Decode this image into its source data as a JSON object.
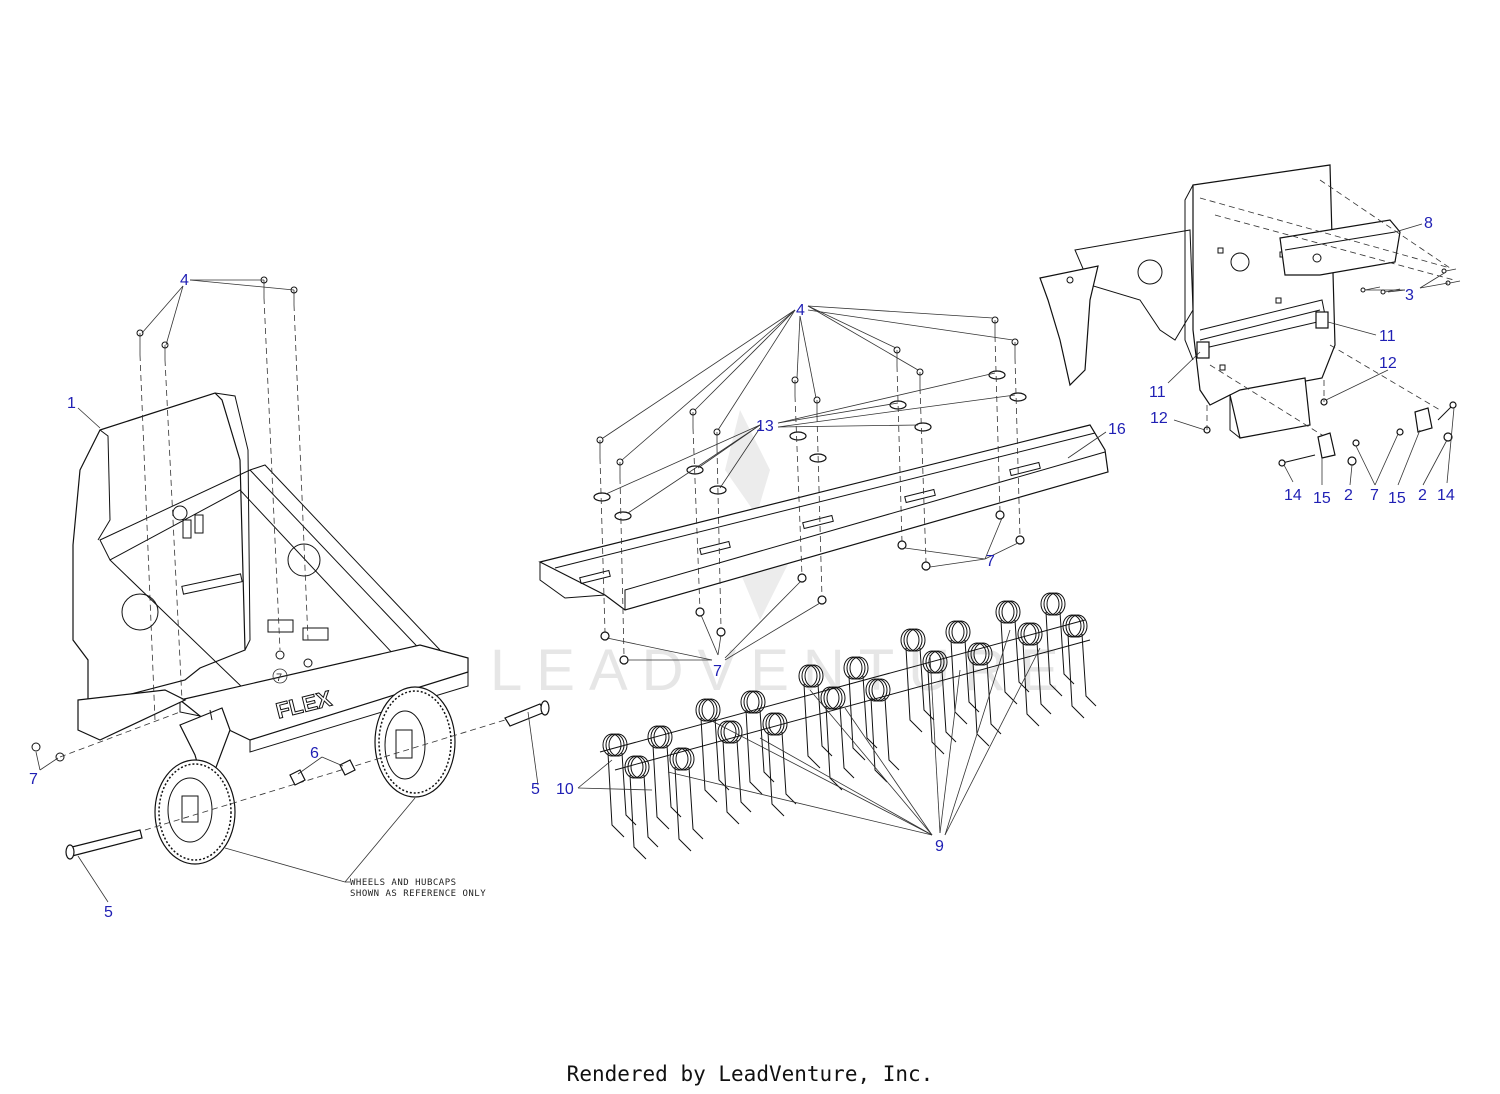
{
  "diagram": {
    "watermark": "LEADVENTURE",
    "note_lines": [
      "WHEELS AND HUBCAPS",
      "SHOWN AS REFERENCE ONLY"
    ],
    "frame_marking": "FLEX",
    "callouts": {
      "c1": "1",
      "c4a": "4",
      "c7a": "7",
      "c7ring": "7",
      "c6": "6",
      "c5a": "5",
      "c5b": "5",
      "c4b": "4",
      "c13": "13",
      "c16": "16",
      "c7b": "7",
      "c7c": "7",
      "c10": "10",
      "c9": "9",
      "c8": "8",
      "c3": "3",
      "c11a": "11",
      "c11b": "11",
      "c12a": "12",
      "c12b": "12",
      "c14a": "14",
      "c15a": "15",
      "c2a": "2",
      "c7d": "7",
      "c15b": "15",
      "c2b": "2",
      "c14b": "14"
    }
  },
  "footer": {
    "text": "Rendered by LeadVenture, Inc."
  }
}
